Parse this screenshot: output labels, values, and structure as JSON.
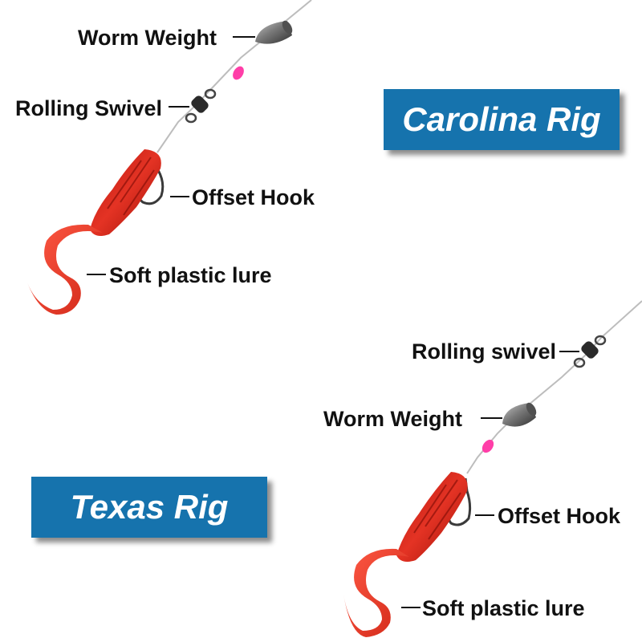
{
  "carolina": {
    "title": "Carolina Rig",
    "labels": {
      "worm_weight": "Worm  Weight",
      "rolling_swivel": "Rolling Swivel",
      "offset_hook": "Offset Hook",
      "soft_plastic_lure": "Soft plastic lure"
    }
  },
  "texas": {
    "title": "Texas Rig",
    "labels": {
      "rolling_swivel": "Rolling swivel",
      "worm_weight": "Worm  Weight",
      "offset_hook": "Offset Hook",
      "soft_plastic_lure": "Soft plastic lure"
    }
  },
  "colors": {
    "banner": "#1673ad",
    "lure": "#d42a1e",
    "bead": "#ff3ea8",
    "weight": "#6e6e6e"
  },
  "icons": [
    "sinker-weight",
    "bead",
    "rolling-swivel",
    "offset-hook",
    "curly-tail-grub"
  ]
}
